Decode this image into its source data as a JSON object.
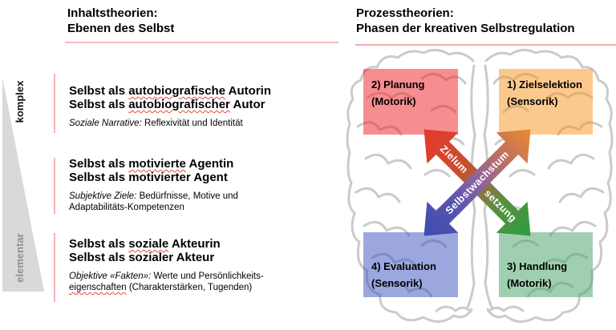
{
  "left_panel": {
    "title_line1": "Inhaltstheorien:",
    "title_line2": "Ebenen des Selbst",
    "axis": {
      "top_label": "komplex",
      "bottom_label": "elementar"
    },
    "blocks": [
      {
        "heading_lines": [
          [
            {
              "t": "Selbst als "
            },
            {
              "t": "autobiografische",
              "u": true
            },
            {
              "t": " Autorin"
            }
          ],
          [
            {
              "t": "Selbst als "
            },
            {
              "t": "autobiografischer",
              "u": true
            },
            {
              "t": " Autor"
            }
          ]
        ],
        "sub": [
          {
            "t": "Soziale Narrative:",
            "i": true
          },
          {
            "t": " Reflexivität und Identität"
          }
        ]
      },
      {
        "heading_lines": [
          [
            {
              "t": "Selbst als "
            },
            {
              "t": "motivierte",
              "u": true
            },
            {
              "t": " Agentin"
            }
          ],
          [
            {
              "t": "Selbst als motivierter Agent"
            }
          ]
        ],
        "sub": [
          {
            "t": "Subjektive Ziele:",
            "i": true
          },
          {
            "t": " Bedürfnisse, Motive und"
          },
          {
            "br": true
          },
          {
            "t": "Adaptabilitäts-Kompetenzen"
          }
        ]
      },
      {
        "heading_lines": [
          [
            {
              "t": "Selbst als "
            },
            {
              "t": "soziale",
              "u": true
            },
            {
              "t": " Akteurin"
            }
          ],
          [
            {
              "t": "Selbst als sozialer Akteur"
            }
          ]
        ],
        "sub": [
          {
            "t": "Objektive «Fakten»:",
            "i": true
          },
          {
            "t": " Werte und Persönlichkeits-"
          },
          {
            "br": true
          },
          {
            "t": "eigenschaften",
            "u": true
          },
          {
            "t": " (Charakterstärken, Tugenden)"
          }
        ]
      }
    ]
  },
  "right_panel": {
    "title_line1": "Prozesstheorien:",
    "title_line2": "Phasen der kreativen Selbstregulation",
    "quadrants": [
      {
        "id": "planung",
        "line1": "2) Planung",
        "line2": "(Motorik)",
        "fill": "rgba(237,28,36,0.5)"
      },
      {
        "id": "zielselektion",
        "line1": "1) Zielselektion",
        "line2": "(Sensorik)",
        "fill": "rgba(247,148,29,0.5)"
      },
      {
        "id": "evaluation",
        "line1": "4) Evaluation",
        "line2": "(Sensorik)",
        "fill": "rgba(48,72,190,0.48)"
      },
      {
        "id": "handlung",
        "line1": "3) Handlung",
        "line2": "(Motorik)",
        "fill": "rgba(80,168,112,0.55)"
      }
    ],
    "arrows": {
      "falling_label_part1": "Zielum",
      "falling_label_part2": "setzung",
      "rising_label": "Selbstwachstum",
      "colors": {
        "red": "#E7382B",
        "green": "#2E9C43",
        "blue": "#3A4DB0",
        "orange": "#EE8A30",
        "purple_mid": "#8A63A3"
      }
    },
    "brain_color": "#cbcbcb"
  },
  "accent_rule_color": "#f4b9bc"
}
